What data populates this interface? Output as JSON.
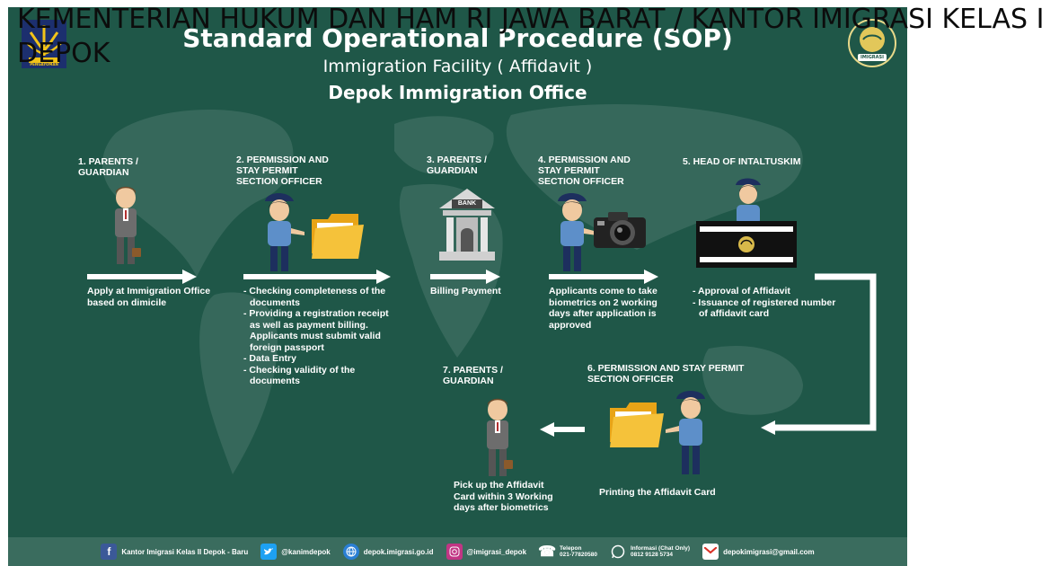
{
  "overlay_header": "KEMENTERIAN HUKUM DAN HAM RI JAWA BARAT / KANTOR IMIGRASI KELAS I DEPOK",
  "header": {
    "title": "Standard Operational Procedure (SOP)",
    "subtitle": "Immigration Facility ( Affidavit )",
    "office": "Depok Immigration Office",
    "logo_left_text": "PENGAYOMAN",
    "logo_right_text": "IMIGRASI"
  },
  "steps": [
    {
      "title": "1. PARENTS /\n    GUARDIAN",
      "desc": "Apply at Immigration Office based on dimicile"
    },
    {
      "title": "2. PERMISSION AND\n    STAY PERMIT\n    SECTION OFFICER",
      "items": [
        "Checking completeness of the documents",
        "Providing a registration receipt as well as payment billing. Applicants must submit valid foreign passport",
        "Data Entry",
        "Checking validity of the documents"
      ]
    },
    {
      "title": "3. PARENTS /\n    GUARDIAN",
      "desc": "Billing Payment",
      "bank_label": "BANK"
    },
    {
      "title": "4. PERMISSION AND\n    STAY PERMIT\n    SECTION OFFICER",
      "desc": "Applicants come to take biometrics on 2 working days after application is approved"
    },
    {
      "title": "5. HEAD OF INTALTUSKIM",
      "items": [
        "Approval of Affidavit",
        "Issuance of registered number of affidavit card"
      ]
    },
    {
      "title": "6. PERMISSION AND STAY PERMIT\n    SECTION OFFICER",
      "desc": "Printing the Affidavit Card"
    },
    {
      "title": "7. PARENTS /\n    GUARDIAN",
      "desc": "Pick up the Affidavit Card within 3 Working days after biometrics"
    }
  ],
  "footer": {
    "facebook": "Kantor Imigrasi Kelas II Depok - Baru",
    "twitter": "@kanimdepok",
    "website": "depok.imigrasi.go.id",
    "instagram": "@imigrasi_depok",
    "phone_label": "Telepon",
    "phone": "021-77820580",
    "chat_label": "Informasi (Chat Only)",
    "chat": "0812 9128 5734",
    "email": "depokimigrasi@gmail.com"
  },
  "colors": {
    "background": "#1f5748",
    "footer": "#3a6c5e",
    "text": "#ffffff",
    "facebook": "#3b5998",
    "twitter": "#1da1f2",
    "website": "#2a7fd4",
    "instagram": "#c13584",
    "email": "#d93025"
  }
}
